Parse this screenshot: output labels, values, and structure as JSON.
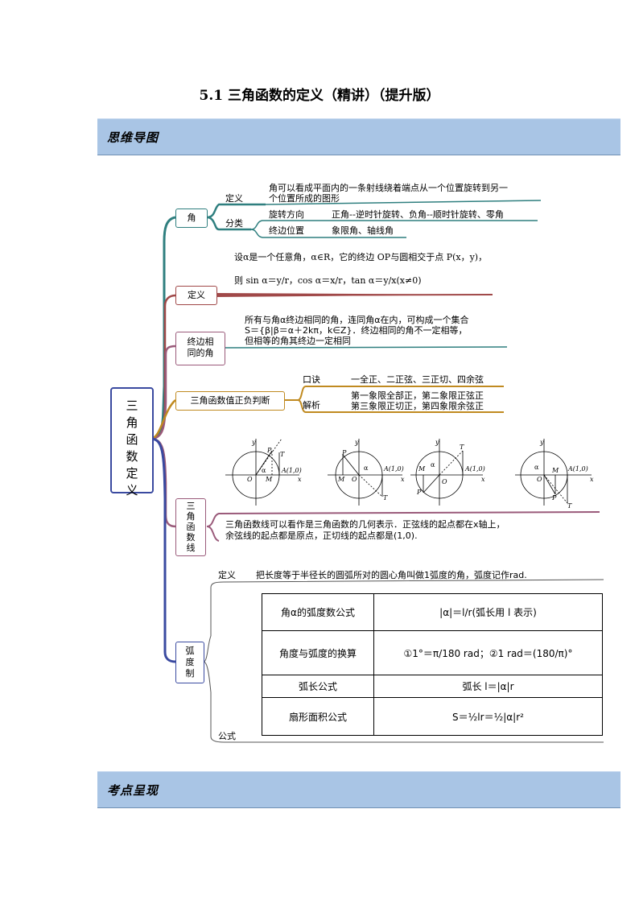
{
  "title": "5.1  三角函数的定义（精讲）（提升版）",
  "banner_top": "思维导图",
  "banner_bottom": "考点呈现",
  "root": [
    "三",
    "角",
    "函",
    "数",
    "定",
    "义"
  ],
  "angle": {
    "box": "角",
    "def_label": "定义",
    "def_text_1": "角可以看成平面内的一条射线绕着端点从一个位置旋转到另一",
    "def_text_2": "个位置所成的图形",
    "cls_label": "分类",
    "rot_label": "旋转方向",
    "rot_text": "正角--逆时针旋转、负角--顺时针旋转、零角",
    "term_label": "终边位置",
    "term_text": "象限角、轴线角"
  },
  "definition": {
    "box": "定义",
    "line1": "设α是一个任意角，α∈R，它的终边 OP与圆相交于点 P(x，y)，",
    "line2": "则 sin α＝y/r，cos α＝x/r，tan α＝y/x(x≠0)"
  },
  "coterminal": {
    "box_1": "终边相",
    "box_2": "同的角",
    "line1": "所有与角α终边相同的角，连同角α在内，可构成一个集合",
    "line2": "S＝{β|β＝α＋2kπ，k∈Z}．终边相同的角不一定相等，",
    "line3": "但相等的角其终边一定相同"
  },
  "signs": {
    "box": "三角函数值正负判断",
    "k1": "口诀",
    "v1": "一全正、二正弦、三正切、四余弦",
    "k2": "解析",
    "v2a": "第一象限全部正，第二象限正弦正",
    "v2b": "第三象限正切正，第四象限余弦正"
  },
  "diagrams": {
    "labels": [
      "y",
      "x",
      "O",
      "M",
      "P",
      "T",
      "α",
      "A(1,0)"
    ]
  },
  "lines": {
    "box": [
      "三",
      "角",
      "函",
      "数",
      "线"
    ],
    "line1": "三角函数线可以看作是三角函数的几何表示．正弦线的起点都在x轴上，",
    "line2": "余弦线的起点都是原点，正切线的起点都是(1,0)."
  },
  "radian": {
    "box": [
      "弧",
      "度",
      "制"
    ],
    "def_label": "定义",
    "def_text": "把长度等于半径长的圆弧所对的圆心角叫做1弧度的角，弧度记作rad.",
    "formula_label": "公式",
    "table": [
      {
        "name": "角α的弧度数公式",
        "formula": "|α|＝l/r(弧长用 l 表示)"
      },
      {
        "name": "角度与弧度的换算",
        "formula": "①1°＝π/180 rad；②1 rad＝(180/π)°"
      },
      {
        "name": "弧长公式",
        "formula": "弧长 l＝|α|r"
      },
      {
        "name": "扇形面积公式",
        "formula": "S＝½lr＝½|α|r²"
      }
    ]
  },
  "colors": {
    "banner": "#a9c5e5",
    "teal": "#2f7f7f",
    "maroon": "#a04848",
    "mauve": "#9a5a7a",
    "gold": "#c08a20",
    "navy": "#3a4aa0"
  }
}
